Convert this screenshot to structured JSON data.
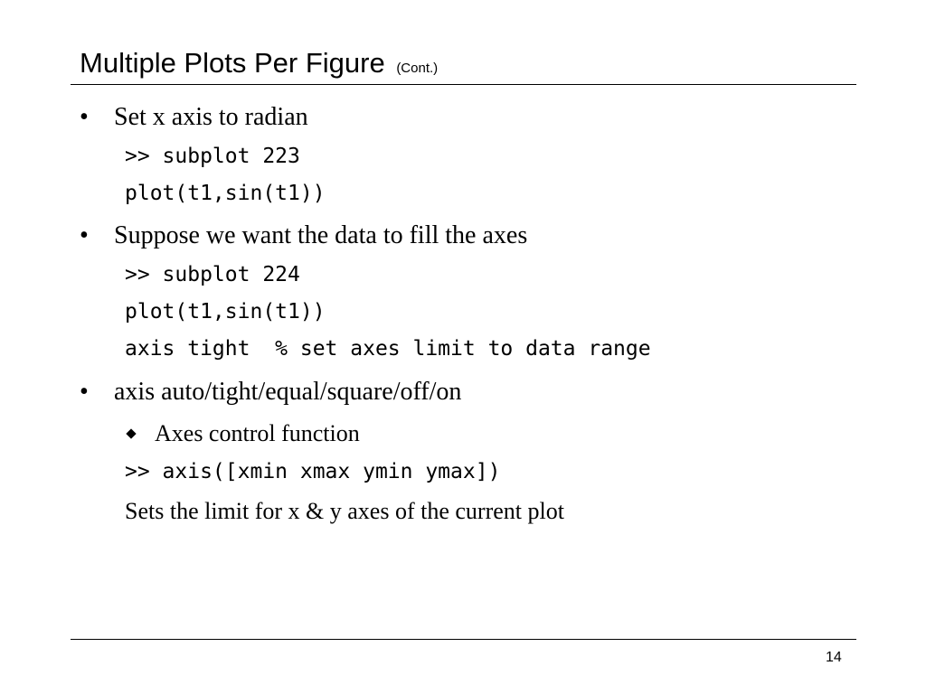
{
  "slide": {
    "title": "Multiple Plots Per Figure",
    "title_suffix": "(Cont.)",
    "page_number": "14"
  },
  "content": {
    "bullet_symbol": "•",
    "items": [
      {
        "text": "Set x axis to radian",
        "code": [
          ">> subplot 223",
          "plot(t1,sin(t1))"
        ]
      },
      {
        "text": "Suppose we want the data to fill the axes",
        "code": [
          ">> subplot 224",
          "plot(t1,sin(t1))",
          "axis tight  % set axes limit to data range"
        ]
      },
      {
        "text": "axis auto/tight/equal/square/off/on",
        "subitem": "Axes control function",
        "code": [
          ">> axis([xmin xmax ymin ymax])"
        ],
        "note": "Sets the limit for x & y axes of the current plot"
      }
    ]
  }
}
